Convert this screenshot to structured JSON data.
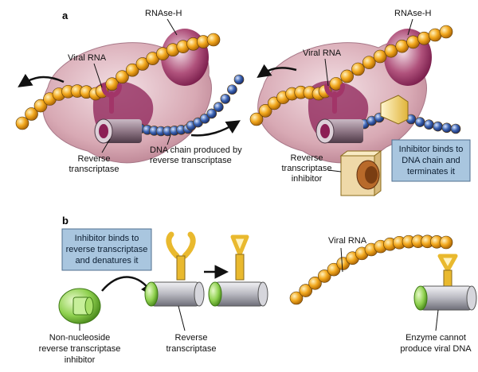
{
  "panels": {
    "a": "a",
    "b": "b"
  },
  "labels": {
    "rnase_h_left": "RNAse-H",
    "rnase_h_right": "RNAse-H",
    "viral_rna_left": "Viral RNA",
    "viral_rna_right": "Viral RNA",
    "viral_rna_b": "Viral RNA",
    "rt_left": [
      "Reverse",
      "transcriptase"
    ],
    "dna_chain": [
      "DNA chain produced by",
      "reverse transcriptase"
    ],
    "rt_inhibitor": [
      "Reverse",
      "transcriptase",
      "inhibitor"
    ],
    "nnrti": [
      "Non-nucleoside",
      "reverse transcriptase",
      "inhibitor"
    ],
    "rt_b": [
      "Reverse",
      "transcriptase"
    ],
    "enzyme_cannot": [
      "Enzyme cannot",
      "produce viral DNA"
    ]
  },
  "boxes": {
    "terminates": [
      "Inhibitor binds to",
      "DNA chain and",
      "terminates it"
    ],
    "denatures": [
      "Inhibitor binds to",
      "reverse transcriptase",
      "and denatures it"
    ]
  },
  "colors": {
    "rna_bead": "#f2a81d",
    "dna_bead": "#2f57a6",
    "enzyme_body": "#d8a9b4",
    "enzyme_dark": "#8c1f55",
    "info_box": "#a9c6df",
    "inhibitor_green": "#8fd14f",
    "cylinder_grey": "#b8b8c0",
    "cap_yellow": "#f6d35a"
  }
}
